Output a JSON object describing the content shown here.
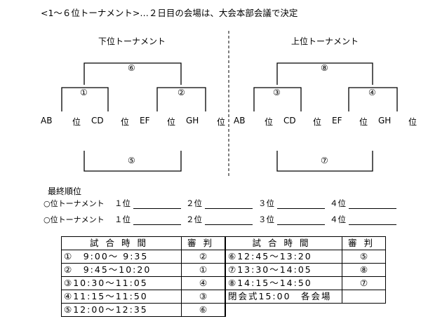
{
  "heading": "<1～６位トーナメント>…２日目の会場は、大会本部会議で決定",
  "lower": {
    "title": "下位トーナメント",
    "final": "⑥",
    "semi_left": "①",
    "semi_right": "②",
    "consolation": "⑤",
    "labels": [
      "AB",
      "位",
      "CD",
      "位",
      "EF",
      "位",
      "GH",
      "位"
    ]
  },
  "upper": {
    "title": "上位トーナメント",
    "final": "⑧",
    "semi_left": "③",
    "semi_right": "④",
    "consolation": "⑦",
    "labels": [
      "AB",
      "位",
      "CD",
      "位",
      "EF",
      "位",
      "GH",
      "位"
    ]
  },
  "results": {
    "heading": "最終順位",
    "rows": [
      {
        "label": "○位トーナメント",
        "positions": [
          "１位",
          "２位",
          "３位",
          "４位"
        ]
      },
      {
        "label": "○位トーナメント",
        "positions": [
          "１位",
          "２位",
          "３位",
          "４位"
        ]
      }
    ]
  },
  "schedule": {
    "header_time": "試合時間",
    "header_ref": "審判",
    "left": [
      {
        "time": "①　9:00～ 9:35",
        "ref": "②"
      },
      {
        "time": "②　9:45～10:20",
        "ref": "①"
      },
      {
        "time": "③10:30～11:05",
        "ref": "④"
      },
      {
        "time": "④11:15～11:50",
        "ref": "③"
      },
      {
        "time": "⑤12:00～12:35",
        "ref": "⑥"
      }
    ],
    "right": [
      {
        "time": "⑥12:45～13:20",
        "ref": "⑤"
      },
      {
        "time": "⑦13:30～14:05",
        "ref": "⑧"
      },
      {
        "time": "⑧14:15～14:50",
        "ref": "⑦"
      },
      {
        "time": "閉会式15:00　各会場",
        "ref": ""
      }
    ]
  }
}
